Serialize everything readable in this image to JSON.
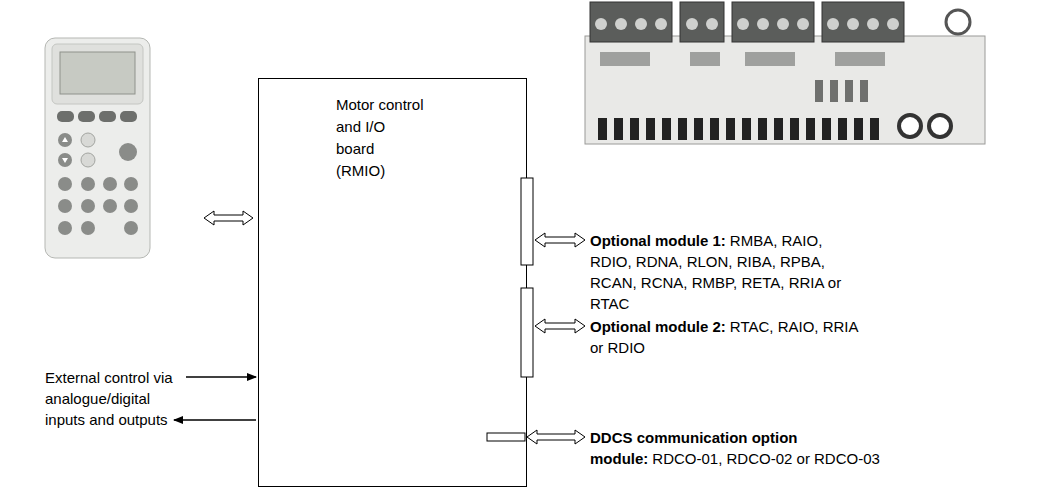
{
  "diagram": {
    "nodes": [
      {
        "text": [
          "Motor control and I/O board (RMIO)"
        ]
      }
    ],
    "labels": [
      "Optional module 1:",
      "RMBA, RAIO, RDIO, RDNA, RLON, RIBA, RPBA, RCAN, RCNA, RMBP, RETA, RRIA or RTAC",
      "Optional module 2:",
      "RTAC, RAIO, RRIA or RDIO",
      "DDCS communication option module:",
      "RDCO-01, RDCO-02 or RDCO-03",
      "External control via analogue/digital inputs and outputs"
    ]
  }
}
